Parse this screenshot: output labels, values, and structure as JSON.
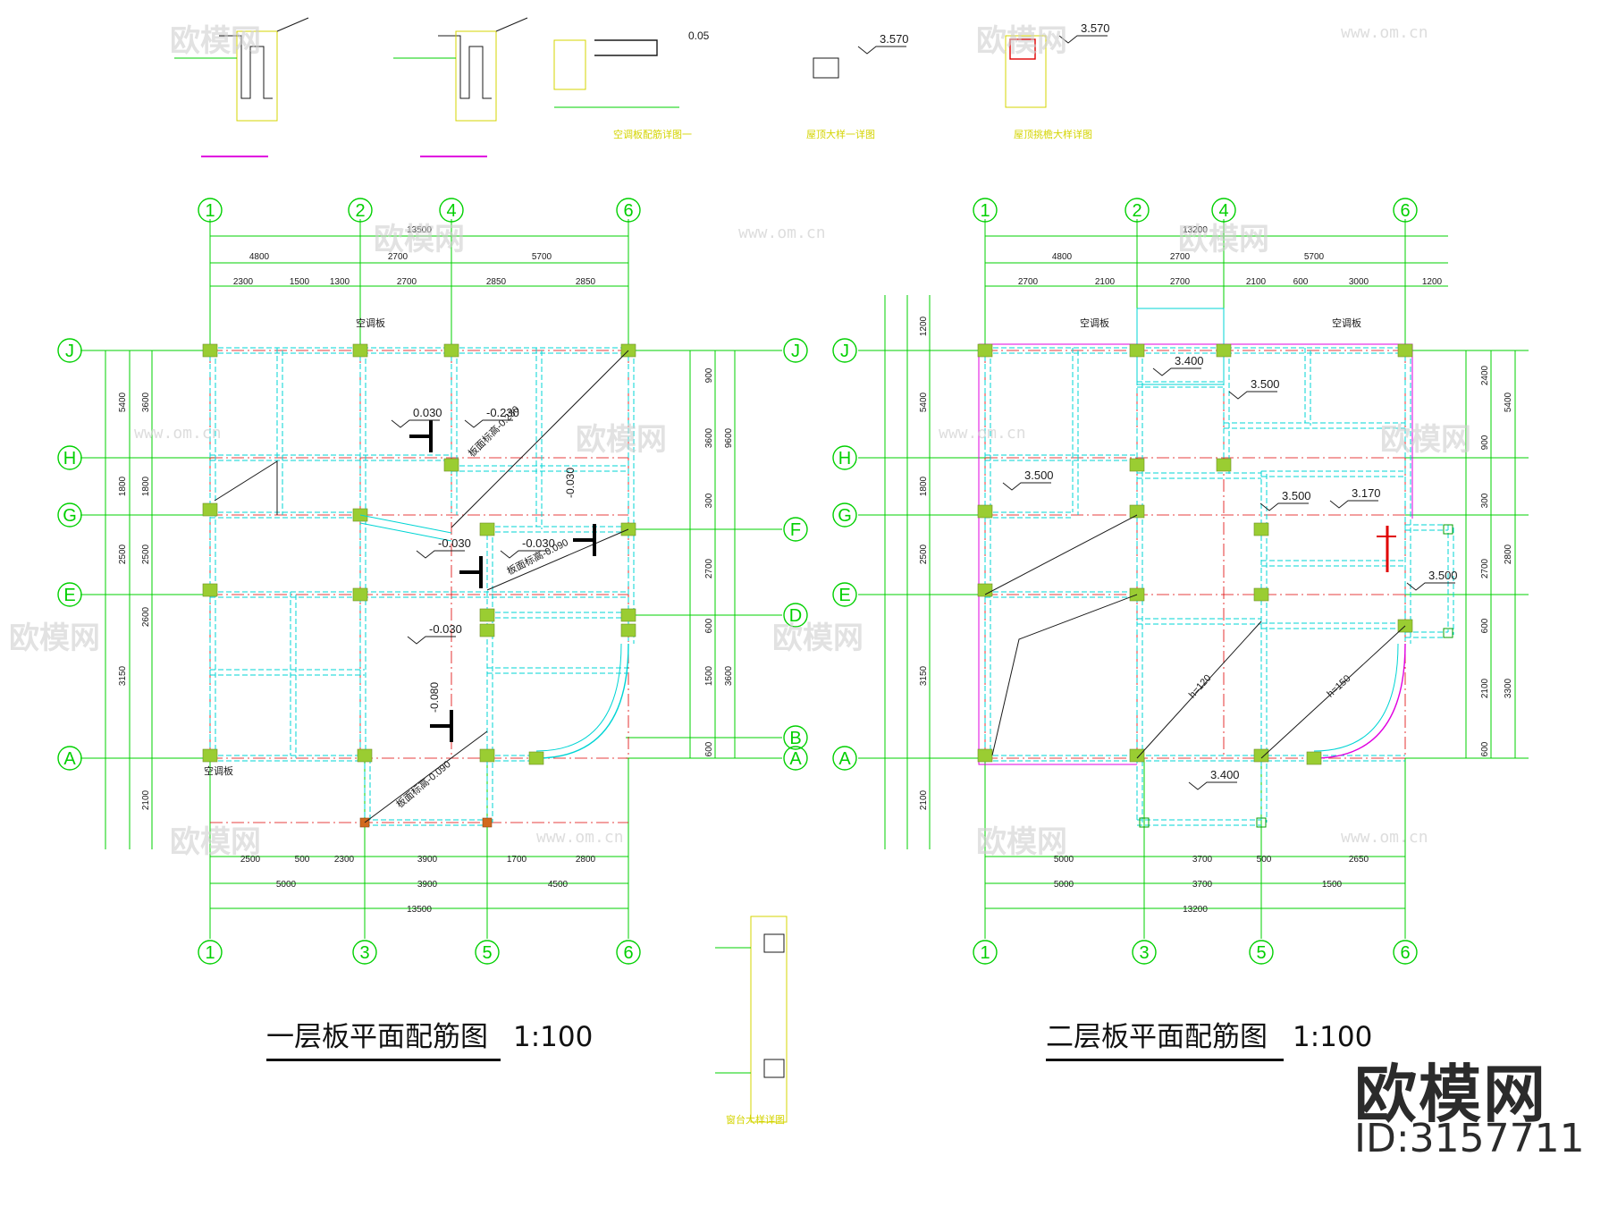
{
  "plan1": {
    "title": "一层板平面配筋图",
    "scale": "1:100",
    "axes_top": [
      "1",
      "2",
      "4",
      "6"
    ],
    "axes_bottom": [
      "1",
      "3",
      "5",
      "6"
    ],
    "axes_left": [
      "J",
      "H",
      "G",
      "E",
      "A"
    ],
    "axes_right": [
      "J",
      "F",
      "D",
      "B",
      "A"
    ],
    "elevations": [
      "0.030",
      "-0.230",
      "-0.030",
      "-0.030",
      "-0.030",
      "-0.080",
      "-0.030"
    ],
    "notes": [
      "空调板",
      "空调板",
      "板面标高-0.090",
      "板面标高-0.090",
      "板面标高-0.230"
    ],
    "dims_top_total": "13500",
    "dims_bottom_total": "13500"
  },
  "plan2": {
    "title": "二层板平面配筋图",
    "scale": "1:100",
    "axes_top": [
      "1",
      "2",
      "4",
      "6"
    ],
    "axes_bottom": [
      "1",
      "3",
      "5",
      "6"
    ],
    "axes_left": [
      "J",
      "H",
      "G",
      "E",
      "A"
    ],
    "elevations": [
      "3.400",
      "3.500",
      "3.500",
      "3.500",
      "3.170",
      "3.500",
      "3.400"
    ],
    "notes": [
      "空调板",
      "空调板",
      "h=120",
      "h=150"
    ],
    "dims_top_total": "13200",
    "dims_bottom_total": "13200"
  },
  "details": {
    "elevations": [
      "3.570",
      "3.570",
      "0.05"
    ],
    "captions": [
      "空调板配筋详图一",
      "屋顶大样一详图",
      "屋顶挑檐大样详图",
      "窗台大样详图"
    ]
  },
  "brand": {
    "name": "欧模网",
    "id": "ID:3157711"
  },
  "watermarks": {
    "text": "欧模网",
    "url": "www.om.cn"
  },
  "colors": {
    "grid": "#00d000",
    "beam": "#00d4d4",
    "column": "#9acd32",
    "dim_text": "#1a1a1a",
    "red": "#e00000",
    "magenta": "#e000e0",
    "yellow": "#d4d400"
  }
}
